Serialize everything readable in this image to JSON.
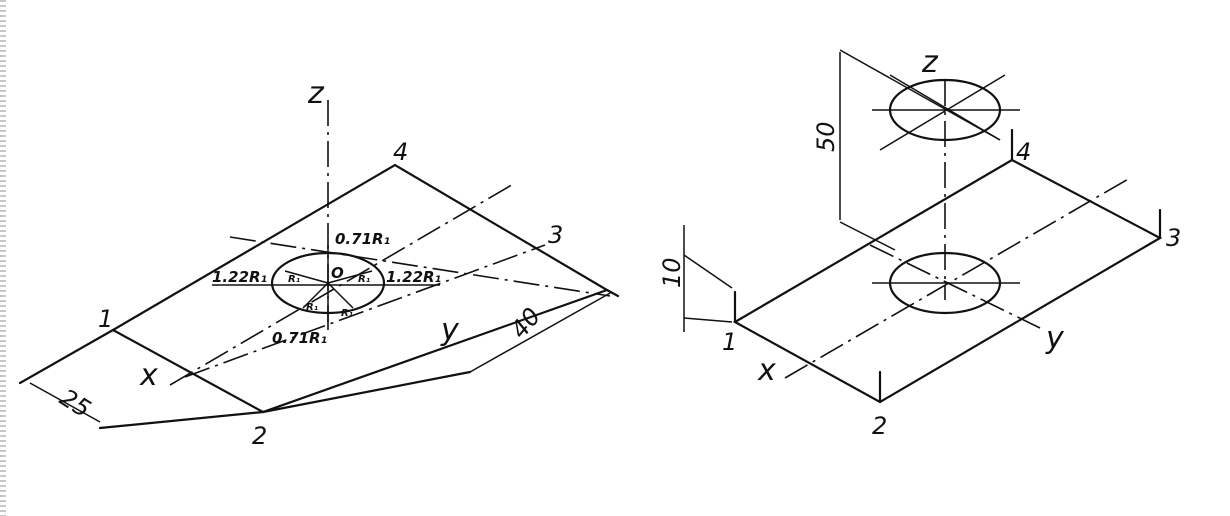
{
  "left_figure": {
    "axis_labels": {
      "x": "x",
      "y": "y",
      "z": "z"
    },
    "points": {
      "p1": "1",
      "p2": "2",
      "p3": "3",
      "p4": "4"
    },
    "origin": "O",
    "dimensions": {
      "width": "25",
      "depth": "40"
    },
    "annotations": {
      "top": "0.71R₁",
      "bottom": "0.71R₁",
      "left": "1.22R₁",
      "right": "1.22R₁",
      "r": "R₁"
    }
  },
  "right_figure": {
    "axis_labels": {
      "x": "x",
      "y": "y",
      "z": "z"
    },
    "points": {
      "p1": "1",
      "p2": "2",
      "p3": "3",
      "p4": "4"
    },
    "dimensions": {
      "height": "50",
      "thickness": "10"
    }
  }
}
